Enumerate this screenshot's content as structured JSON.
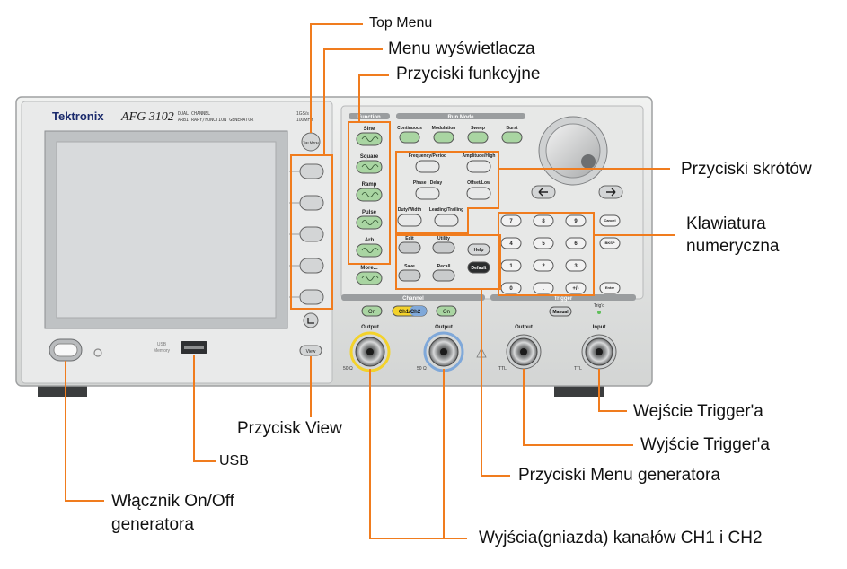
{
  "device": {
    "brand": "Tektronix",
    "model": "AFG 3102",
    "subtitle_line1": "DUAL CHANNEL",
    "subtitle_line2": "ARBITRARY/FUNCTION GENERATOR",
    "spec_line1": "1GS/s",
    "spec_line2": "100MHz",
    "top_menu_btn": "Top Menu",
    "usb_label_line1": "USB",
    "usb_label_line2": "Memory",
    "view_btn": "View",
    "function_header": "Function",
    "function_buttons": [
      "Sine",
      "Square",
      "Ramp",
      "Pulse",
      "Arb",
      "More..."
    ],
    "run_mode_header": "Run Mode",
    "run_modes": [
      "Continuous",
      "Modulation",
      "Sweep",
      "Burst"
    ],
    "shortcut_buttons": [
      "Frequency/Period",
      "Amplitude/High",
      "Phase | Delay",
      "Offset/Low",
      "Duty/Width",
      "Leading/Trailing"
    ],
    "menu_buttons": [
      "Edit",
      "Utility",
      "Help",
      "Save",
      "Recall",
      "Default"
    ],
    "keypad": [
      "7",
      "8",
      "9",
      "4",
      "5",
      "6",
      "1",
      "2",
      "3",
      "0",
      ".",
      "+/-"
    ],
    "side_keys": [
      "Cancel",
      "BKSP",
      "Enter"
    ],
    "channel_header": "Channel",
    "channel_buttons": [
      "On",
      "Ch1/Ch2",
      "On"
    ],
    "output_label": "Output",
    "impedance": "50 Ω",
    "trigger_header": "Trigger",
    "manual_btn": "Manual",
    "trigd_label": "Trig'd",
    "input_label": "Input",
    "ttl": "TTL"
  },
  "callouts": {
    "top_menu": "Top Menu",
    "menu_display": "Menu wyświetlacza",
    "function_buttons": "Przyciski funkcyjne",
    "shortcut_buttons": "Przyciski skrótów",
    "numeric_keypad_line1": "Klawiatura",
    "numeric_keypad_line2": "numeryczna",
    "view_button": "Przycisk View",
    "usb": "USB",
    "power_line1": "Włącznik On/Off",
    "power_line2": "generatora",
    "trigger_input": "Wejście Trigger'a",
    "trigger_output": "Wyjście Trigger'a",
    "generator_menu": "Przyciski Menu generatora",
    "channel_outputs": "Wyjścia(gniazda) kanałów CH1 i CH2"
  },
  "colors": {
    "callout_line": "#f07c1e",
    "panel": "#e4e5e4",
    "screen": "#d6d8da",
    "button_green": "#a9d5a2",
    "button_gray": "#c9cbcc",
    "ch1_yellow": "#f3d22b",
    "ch2_blue": "#7fa8d9",
    "header_gray": "#9a9d9f"
  }
}
